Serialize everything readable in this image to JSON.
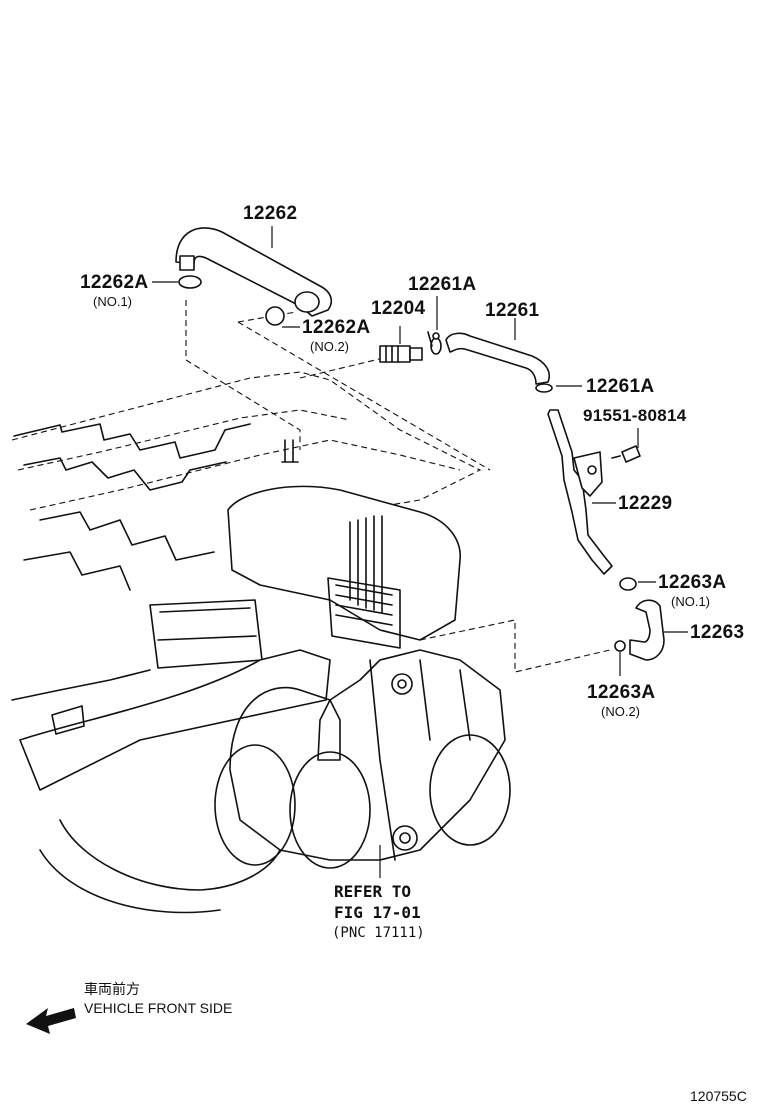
{
  "diagram": {
    "parts": {
      "p12262": "12262",
      "p12262A_1": "12262A",
      "p12262A_1_sub": "(NO.1)",
      "p12262A_2": "12262A",
      "p12262A_2_sub": "(NO.2)",
      "p12261A_top": "12261A",
      "p12204": "12204",
      "p12261": "12261",
      "p12261A_right": "12261A",
      "p91551": "91551-80814",
      "p12229": "12229",
      "p12263A_1": "12263A",
      "p12263A_1_sub": "(NO.1)",
      "p12263": "12263",
      "p12263A_2": "12263A",
      "p12263A_2_sub": "(NO.2)"
    },
    "reference": {
      "line1": "REFER TO",
      "line2": "FIG 17-01",
      "line3": "(PNC 17111)"
    },
    "direction": {
      "japanese": "車両前方",
      "english": "VEHICLE FRONT SIDE"
    },
    "illustration_id": "120755C"
  }
}
